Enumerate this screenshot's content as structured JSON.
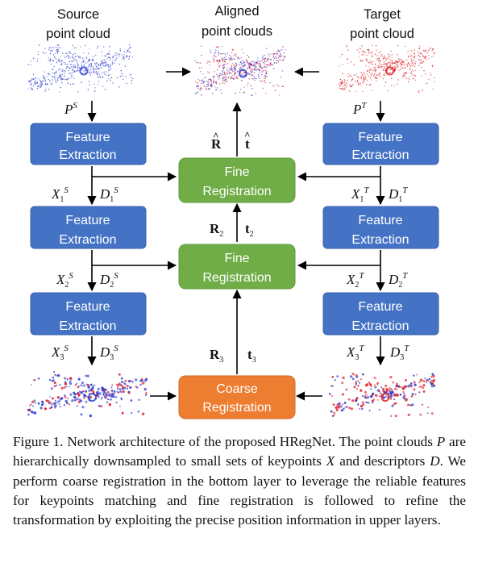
{
  "headers": {
    "source": [
      "Source",
      "point cloud"
    ],
    "aligned": [
      "Aligned",
      "point clouds"
    ],
    "target": [
      "Target",
      "point cloud"
    ]
  },
  "boxes": {
    "feature_line1": "Feature",
    "feature_line2": "Extraction",
    "fine_line1": "Fine",
    "fine_line2": "Registration",
    "coarse_line1": "Coarse",
    "coarse_line2": "Registration"
  },
  "labels": {
    "P": "P",
    "S": "S",
    "T": "T",
    "X": "X",
    "D": "D",
    "sub1": "1",
    "sub2": "2",
    "sub3": "3",
    "R": "R",
    "t": "t",
    "hat": "^"
  },
  "caption": {
    "figure_label": "Figure 1.",
    "part1": "Network architecture of the proposed HRegNet. The point clouds",
    "P": "P",
    "part2": "are hierarchically downsampled to small sets of keypoints",
    "X": "X",
    "part3": "and descriptors",
    "D": "D",
    "part4": ". We perform coarse registration in the bottom layer to leverage the reliable features for keypoints matching and fine registration is followed to refine the transformation by exploiting the precise position information in upper layers."
  },
  "colors": {
    "feature_box": "#4472c4",
    "fine_box": "#70ad47",
    "coarse_box": "#ed7d31",
    "source_cloud": "#2b3bd0",
    "target_cloud": "#e0141e"
  }
}
